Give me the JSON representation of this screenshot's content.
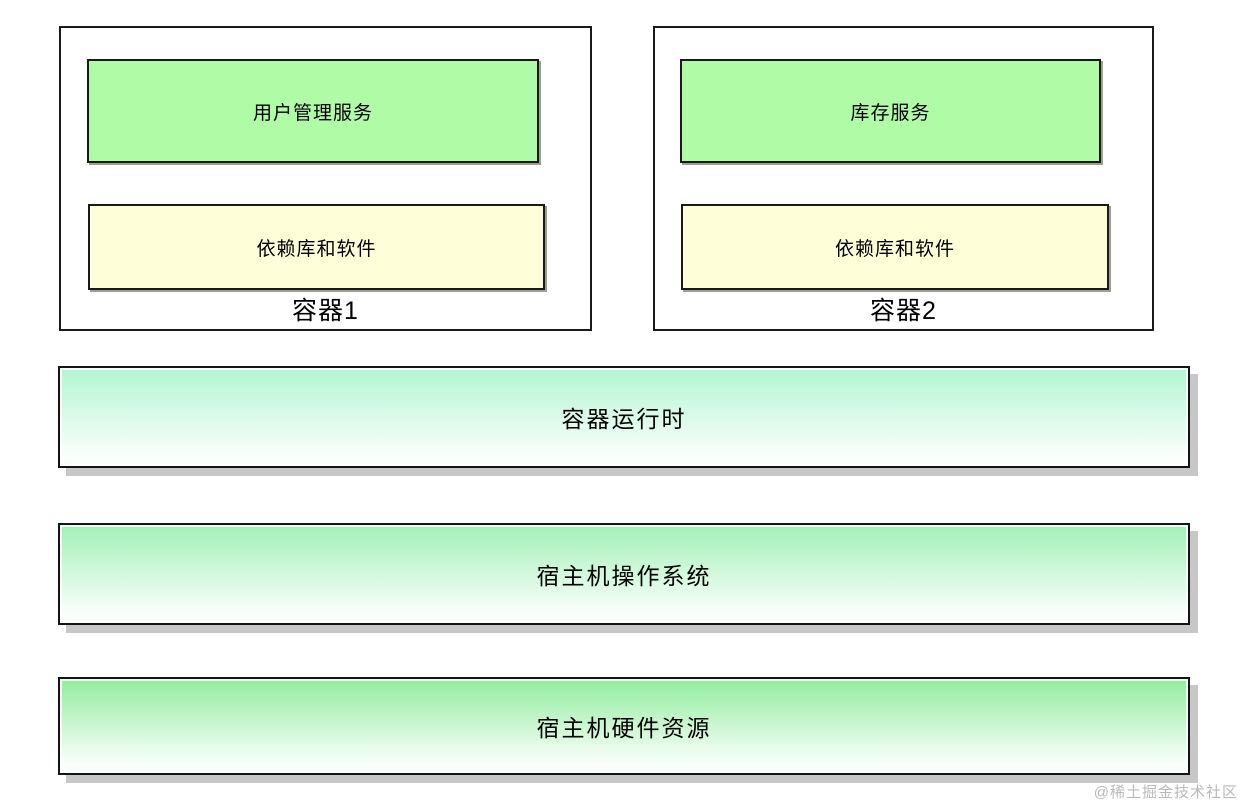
{
  "diagram": {
    "containers": [
      {
        "label": "容器1",
        "service": "用户管理服务",
        "dependencies": "依赖库和软件"
      },
      {
        "label": "容器2",
        "service": "库存服务",
        "dependencies": "依赖库和软件"
      }
    ],
    "layers": [
      {
        "label": "容器运行时",
        "top_color": "#b2f5d1"
      },
      {
        "label": "宿主机操作系统",
        "top_color": "#a1f0b7"
      },
      {
        "label": "宿主机硬件资源",
        "top_color": "#91ec9e"
      }
    ],
    "colors": {
      "service_fill": "#affba6",
      "dependencies_fill": "#feffd8",
      "box_border": "#1a1a1a",
      "layer_shadow": "#c7c7c7"
    }
  },
  "watermark": "@稀土掘金技术社区"
}
